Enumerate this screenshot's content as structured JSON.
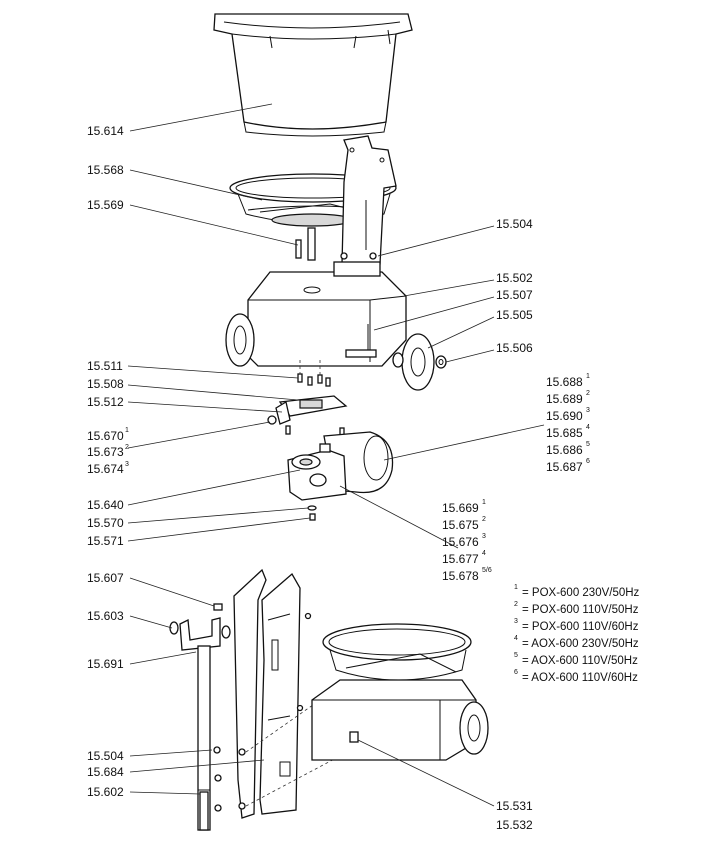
{
  "callouts": {
    "p15614": "15.614",
    "p15568": "15.568",
    "p15569": "15.569",
    "p15504a": "15.504",
    "p15502": "15.502",
    "p15507": "15.507",
    "p15505": "15.505",
    "p15506": "15.506",
    "p15511": "15.511",
    "p15508": "15.508",
    "p15512": "15.512",
    "p15670": "15.670",
    "p15673": "15.673",
    "p15674": "15.674",
    "p15688": "15.688",
    "p15689": "15.689",
    "p15690": "15.690",
    "p15685": "15.685",
    "p15686": "15.686",
    "p15687": "15.687",
    "p15640": "15.640",
    "p15570": "15.570",
    "p15571": "15.571",
    "p15669": "15.669",
    "p15675": "15.675",
    "p15676": "15.676",
    "p15677": "15.677",
    "p15678": "15.678",
    "p15607": "15.607",
    "p15603": "15.603",
    "p15691": "15.691",
    "p15504b": "15.504",
    "p15684": "15.684",
    "p15602": "15.602",
    "p15531": "15.531",
    "p15532": "15.532"
  },
  "sups": {
    "s15670": "1",
    "s15673": "2",
    "s15674": "3",
    "s15688": "1",
    "s15689": "2",
    "s15690": "3",
    "s15685": "4",
    "s15686": "5",
    "s15687": "6",
    "s15669": "1",
    "s15675": "2",
    "s15676": "3",
    "s15677": "4",
    "s15678": "5/6"
  },
  "legend": [
    {
      "num": "1",
      "text": "= POX-600 230V/50Hz"
    },
    {
      "num": "2",
      "text": "= POX-600 110V/50Hz"
    },
    {
      "num": "3",
      "text": "= POX-600 110V/60Hz"
    },
    {
      "num": "4",
      "text": "= AOX-600 230V/50Hz"
    },
    {
      "num": "5",
      "text": "= AOX-600 110V/50Hz"
    },
    {
      "num": "6",
      "text": "= AOX-600 110V/60Hz"
    }
  ]
}
